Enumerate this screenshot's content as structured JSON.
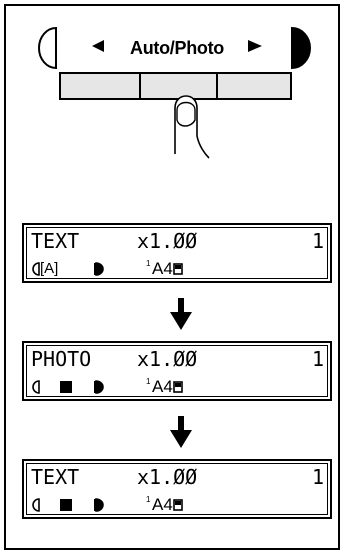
{
  "control": {
    "label": "Auto/Photo"
  },
  "screens": [
    {
      "mode": "TEXT",
      "zoom": "x1.ØØ",
      "count": "1",
      "superscript": "1",
      "paper": "A4",
      "density_label": "[A]"
    },
    {
      "mode": "PHOTO",
      "zoom": "x1.ØØ",
      "count": "1",
      "superscript": "1",
      "paper": "A4",
      "density_label": ""
    },
    {
      "mode": "TEXT",
      "zoom": "x1.ØØ",
      "count": "1",
      "superscript": "1",
      "paper": "A4",
      "density_label": ""
    }
  ],
  "icons": {
    "light": "half-circle-left-icon",
    "dark": "half-circle-right-icon",
    "left_arrow": "triangle-left-icon",
    "right_arrow": "triangle-right-icon",
    "flow": "arrow-down-icon",
    "hand": "pointing-finger-icon"
  }
}
